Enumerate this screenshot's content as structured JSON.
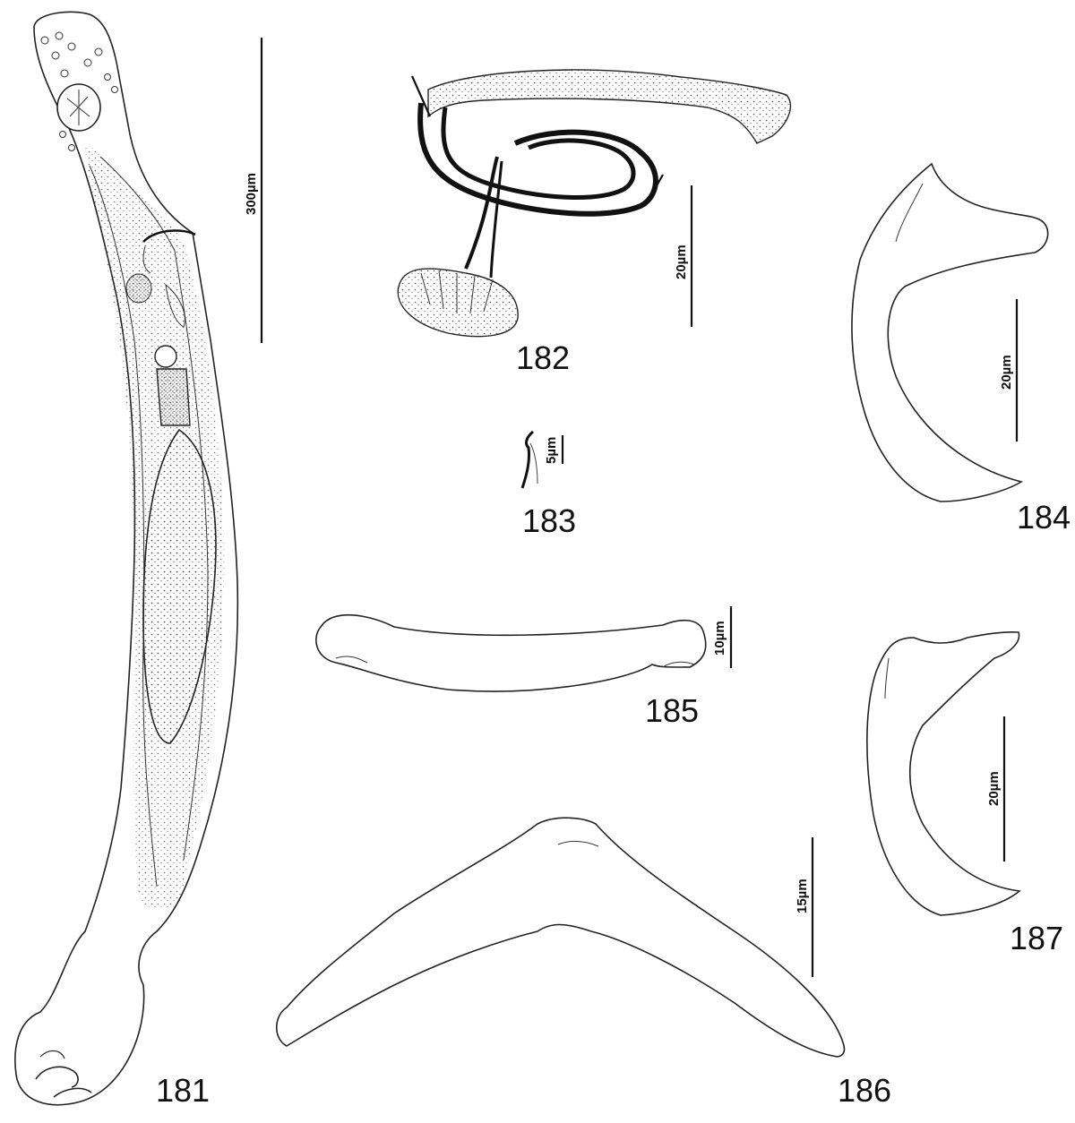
{
  "figures": {
    "f181": {
      "number": "181",
      "scale_label": "300µm"
    },
    "f182": {
      "number": "182",
      "scale_label": "20µm"
    },
    "f183": {
      "number": "183",
      "scale_label": "5µm"
    },
    "f184": {
      "number": "184",
      "scale_label": "20µm"
    },
    "f185": {
      "number": "185",
      "scale_label": "10µm"
    },
    "f186": {
      "number": "186",
      "scale_label": "15µm"
    },
    "f187": {
      "number": "187",
      "scale_label": "20µm"
    }
  },
  "colors": {
    "ink": "#111111",
    "stipple": "#555555",
    "background": "#ffffff"
  }
}
